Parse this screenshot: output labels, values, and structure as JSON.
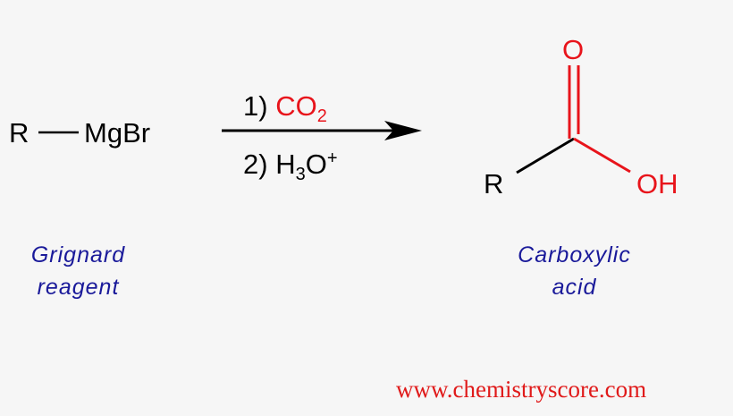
{
  "reactant": {
    "r_group": "R",
    "metal_group": "MgBr",
    "label_line1": "Grignard",
    "label_line2": "reagent"
  },
  "reagents": {
    "step1_prefix": "1)",
    "step1_reagent_main": "CO",
    "step1_reagent_sub": "2",
    "step2_prefix": "2)",
    "step2_reagent_h": "H",
    "step2_reagent_sub": "3",
    "step2_reagent_o": "O",
    "step2_reagent_sup": "+"
  },
  "product": {
    "carbonyl_oxygen": "O",
    "r_group": "R",
    "hydroxyl": "OH",
    "label_line1": "Carboxylic",
    "label_line2": "acid"
  },
  "watermark": {
    "url": "www.chemistryscore.com"
  },
  "colors": {
    "background": "#f6f6f6",
    "bond_black": "#000000",
    "heteroatom_red": "#e8141b",
    "label_blue": "#1a1a9a",
    "watermark_red": "#e01a1a"
  }
}
